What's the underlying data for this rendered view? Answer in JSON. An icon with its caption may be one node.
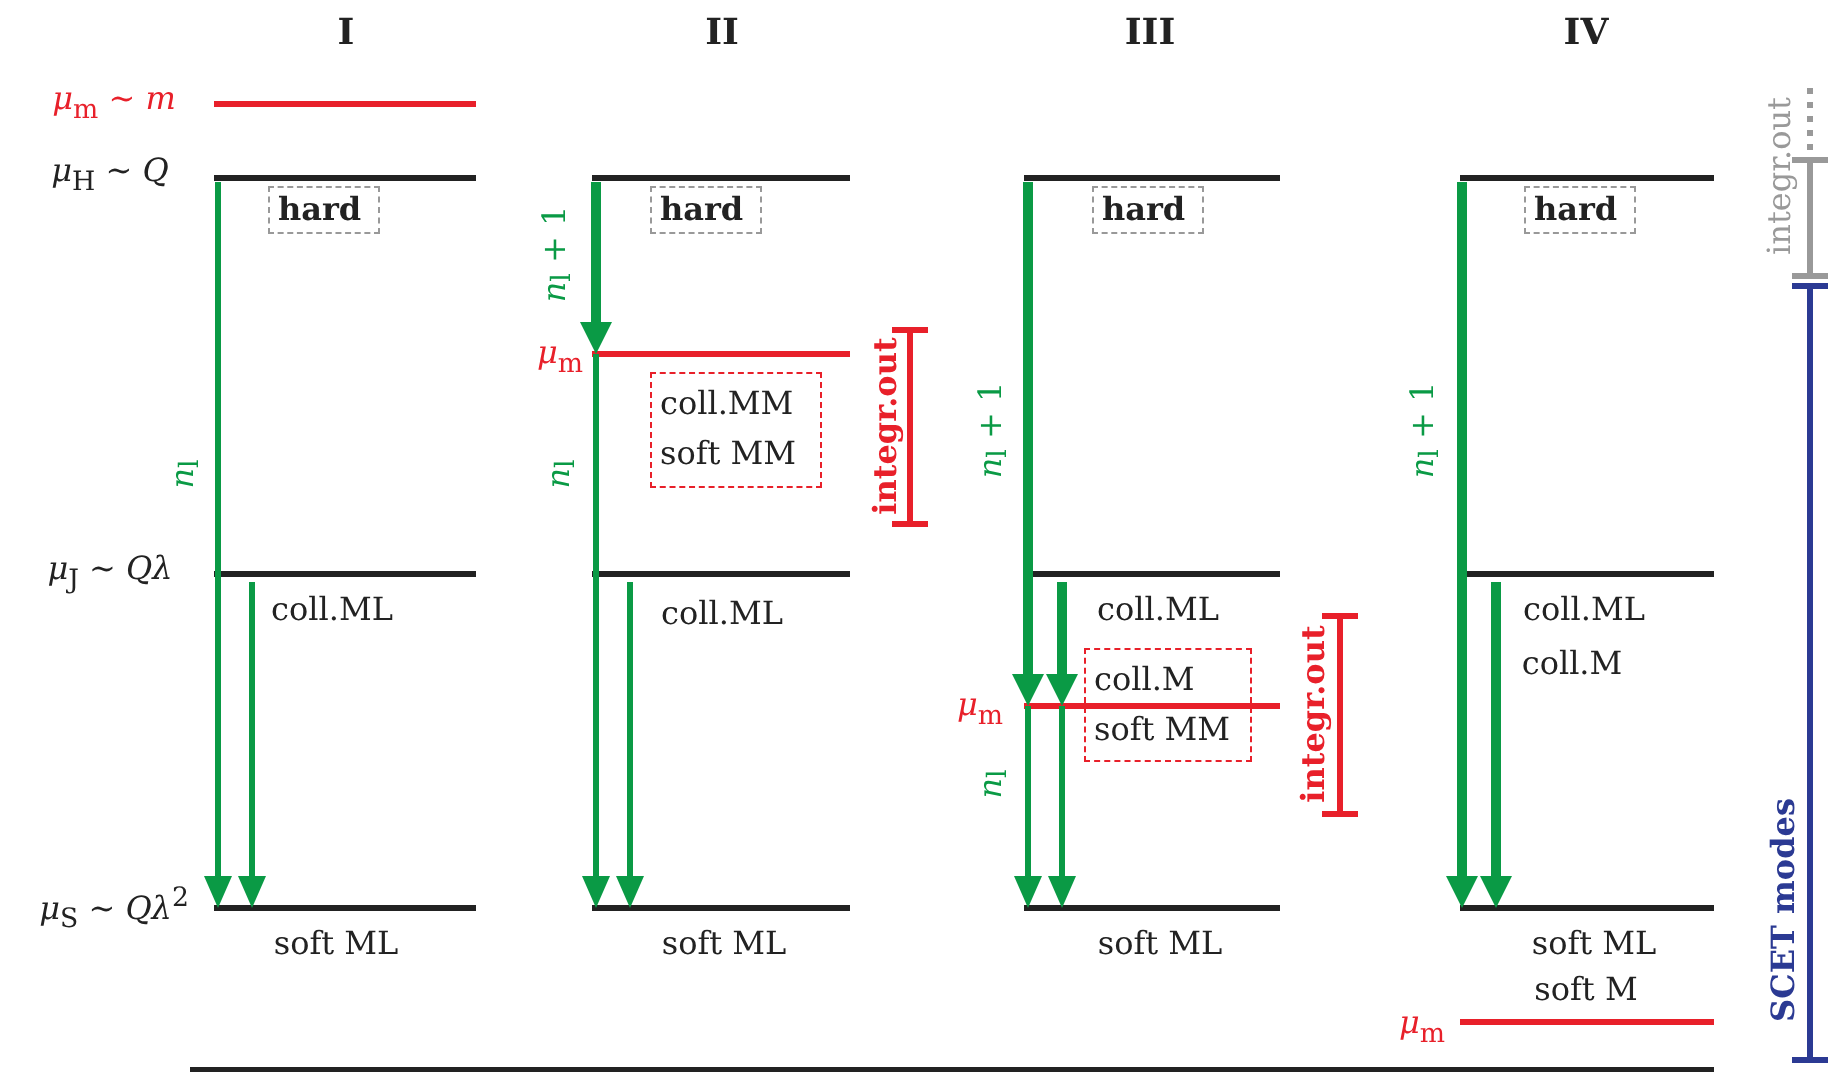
{
  "diagram": {
    "nodes": [
      {
        "text": [
          "hard"
        ]
      },
      {
        "text": [
          "hard"
        ]
      },
      {
        "text": [
          "hard"
        ]
      },
      {
        "text": [
          "hard"
        ]
      },
      {
        "text": [
          "coll.MM",
          "soft MM"
        ]
      },
      {
        "text": [
          "coll.M",
          "soft MM"
        ]
      }
    ],
    "labels": [
      "I",
      "II",
      "III",
      "IV",
      "integr.out",
      "*μ*$_{m}$ ∼ *m*",
      "*μ*$_{H}$ ∼ *Q*",
      "*n*$_{l}$ + 1",
      "*μ*$_{m}$",
      "integr.out",
      "*n*$_{l}$ + 1",
      "*n*$_{l}$ + 1",
      "*n*$_{l}$",
      "*n*$_{l}$",
      "*μ*$_{J}$ ∼ *Qλ*",
      "coll.ML",
      "coll.ML",
      "coll.ML",
      "coll.ML",
      "integr.out",
      "coll.M",
      "*μ*$_{m}$",
      "*n*$_{l}$",
      "SCET modes",
      "*μ*$_{S}$ ∼ *Qλ*$^{2}$",
      "soft ML",
      "soft ML",
      "soft ML",
      "soft ML",
      "soft M",
      "*μ*$_{m}$"
    ]
  }
}
